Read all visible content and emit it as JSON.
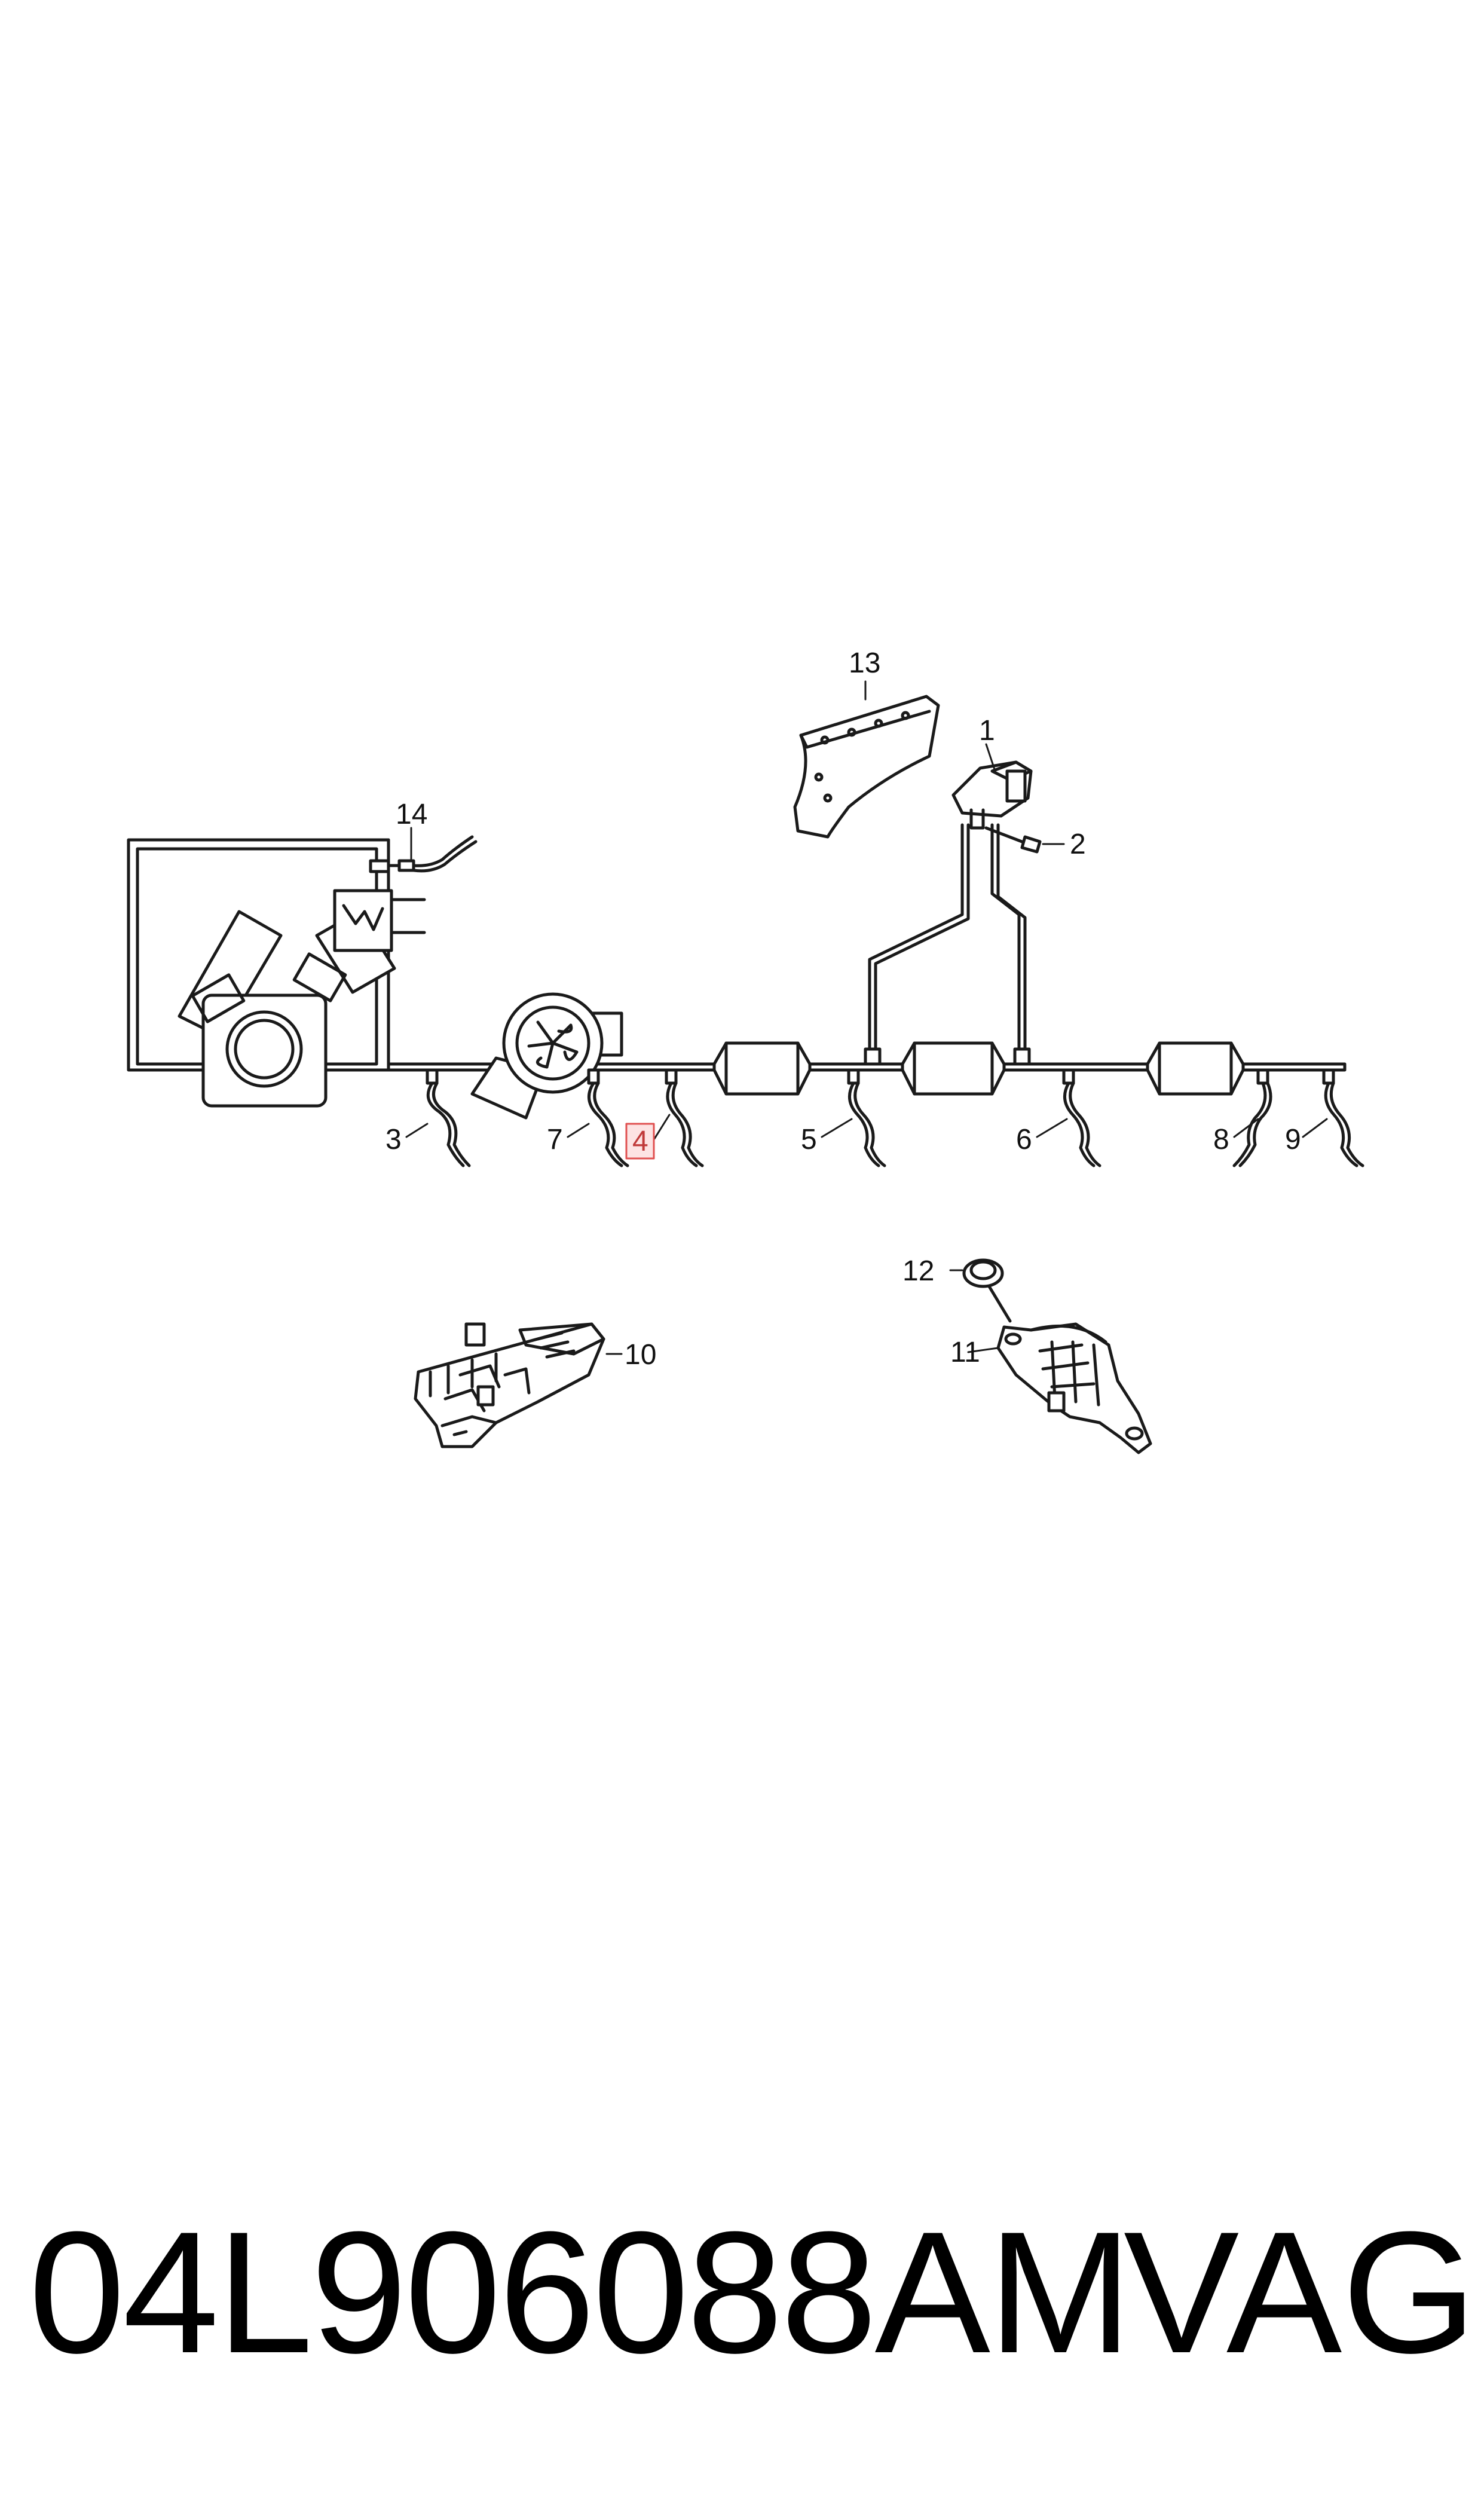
{
  "callouts": {
    "c1": "1",
    "c2": "2",
    "c3": "3",
    "c4": "4",
    "c5": "5",
    "c6": "6",
    "c7": "7",
    "c8": "8",
    "c9": "9",
    "c10": "10",
    "c11": "11",
    "c12": "12",
    "c13": "13",
    "c14": "14"
  },
  "highlighted_callout": "4",
  "colors": {
    "line": "#1a1a1a",
    "highlight": "#e05050",
    "highlight_fill": "#fde3e3"
  },
  "footer": {
    "part_number": "04L906088AM",
    "brand": "VAG"
  }
}
